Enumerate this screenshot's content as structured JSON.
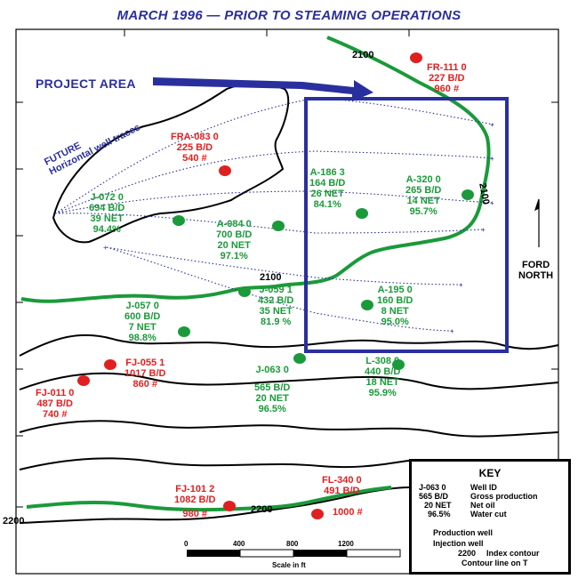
{
  "title": "MARCH 1996 —  PRIOR TO STEAMING OPERATIONS",
  "project_area_label": "PROJECT AREA",
  "future_label": [
    "FUTURE",
    "Horizontal well traces"
  ],
  "north_label": [
    "FORD",
    "NORTH"
  ],
  "contour_labels": [
    "2100",
    "2100",
    "2100",
    "2200",
    "2200"
  ],
  "colors": {
    "production": "#1a9a3a",
    "injection": "#e02020",
    "project": "#2a2f9e",
    "contour": "#000000"
  },
  "production_wells": [
    {
      "id": "J-072 0",
      "lines": [
        "694 B/D",
        "39 NET",
        "94.4%"
      ]
    },
    {
      "id": "A-084 0",
      "lines": [
        "700 B/D",
        "20 NET",
        "97.1%"
      ]
    },
    {
      "id": "A-186 3",
      "lines": [
        "164 B/D",
        "26 NET",
        "84.1%"
      ]
    },
    {
      "id": "A-320 0",
      "lines": [
        "265 B/D",
        "14 NET",
        "95.7%"
      ]
    },
    {
      "id": "J-057 0",
      "lines": [
        "600 B/D",
        "7 NET",
        "98.8%"
      ]
    },
    {
      "id": "J-059 1",
      "lines": [
        "432 B/D",
        "35 NET",
        "81.9 %"
      ]
    },
    {
      "id": "A-195 0",
      "lines": [
        "160 B/D",
        "8 NET",
        "95.0%"
      ]
    },
    {
      "id": "J-063 0",
      "lines": [
        "565 B/D",
        "20 NET",
        "96.5%"
      ]
    },
    {
      "id": "L-308 0",
      "lines": [
        "440 B/D",
        "18 NET",
        "95.9%"
      ]
    }
  ],
  "injection_wells": [
    {
      "id": "FR-111 0",
      "lines": [
        "227 B/D",
        "960 #"
      ]
    },
    {
      "id": "FRA-083 0",
      "lines": [
        "225 B/D",
        "540 #"
      ]
    },
    {
      "id": "FJ-055  1",
      "lines": [
        "1017 B/D",
        "860 #"
      ]
    },
    {
      "id": "FJ-011 0",
      "lines": [
        "487 B/D",
        "740 #"
      ]
    },
    {
      "id": "FJ-101 2",
      "lines": [
        "1082 B/D",
        "980 #"
      ]
    },
    {
      "id": "FL-340 0",
      "lines": [
        "491 B/D",
        "1000 #"
      ]
    }
  ],
  "scale": {
    "ticks": [
      "0",
      "400",
      "800",
      "1200"
    ],
    "label": "Scale in ft"
  },
  "key": {
    "title": "KEY",
    "example": [
      {
        "value": "J-063 0",
        "desc": "Well ID"
      },
      {
        "value": "565 B/D",
        "desc": "Gross production"
      },
      {
        "value": "20 NET",
        "desc": "Net oil"
      },
      {
        "value": "96.5%",
        "desc": "Water cut"
      }
    ],
    "production_label": "Production well",
    "injection_label": "Injection well",
    "index_value": "2200",
    "index_label": "Index contour",
    "contour_label": "Contour line on T"
  }
}
